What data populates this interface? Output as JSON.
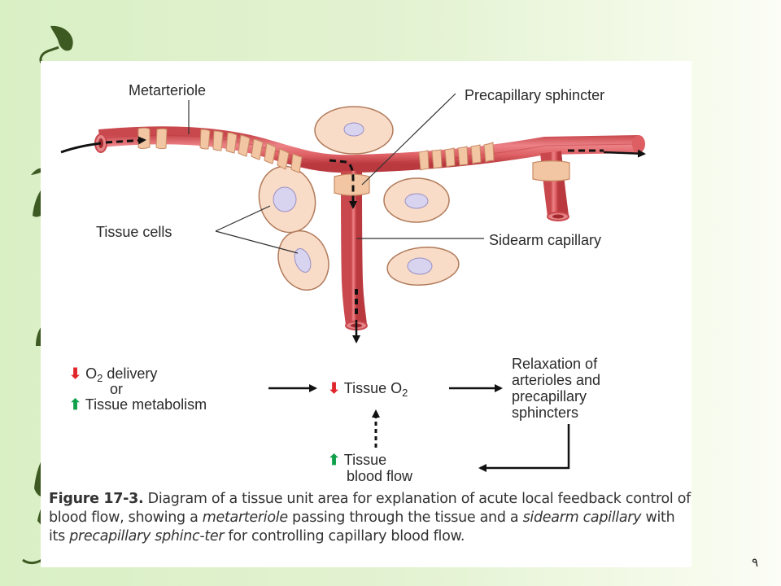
{
  "slide": {
    "page_number": "٩",
    "background_color": "#dff1cb",
    "vine_color": "#3d5a22"
  },
  "diagram": {
    "labels": {
      "metarteriole": "Metarteriole",
      "precapillary_sphincter": "Precapillary sphincter",
      "tissue_cells": "Tissue cells",
      "sidearm_capillary": "Sidearm capillary"
    },
    "colors": {
      "vessel": "#e0676a",
      "vessel_dark": "#c9484d",
      "smooth_muscle": "#f2c6a2",
      "cell_body": "#f9dcc8",
      "cell_outline": "#b07a5a",
      "nucleus": "#d8d3ef",
      "decrease_arrow": "#e0262b",
      "increase_arrow": "#11a04a"
    }
  },
  "flowchart": {
    "cause_line1_prefix": "O",
    "cause_line1_sub": "2",
    "cause_line1_suffix": " delivery",
    "cause_or": "or",
    "cause_line2": "Tissue metabolism",
    "center_prefix": "Tissue O",
    "center_sub": "2",
    "result_lines": [
      "Relaxation of",
      "arterioles and",
      "precapillary",
      "sphincters"
    ],
    "feedback_line1": "Tissue",
    "feedback_line2": "blood flow",
    "decrease_symbol": "⬇",
    "increase_symbol": "⬆"
  },
  "caption": {
    "figure_label": "Figure 17-3.",
    "text_1": " Diagram of a tissue unit area for explanation of acute local feedback control of blood flow, showing a ",
    "em_1": "metarteriole",
    "text_2": " passing through the tissue and a ",
    "em_2": "sidearm capillary",
    "text_3": " with its ",
    "em_3": "precapillary sphinc-ter",
    "text_4": " for controlling capillary blood flow."
  }
}
